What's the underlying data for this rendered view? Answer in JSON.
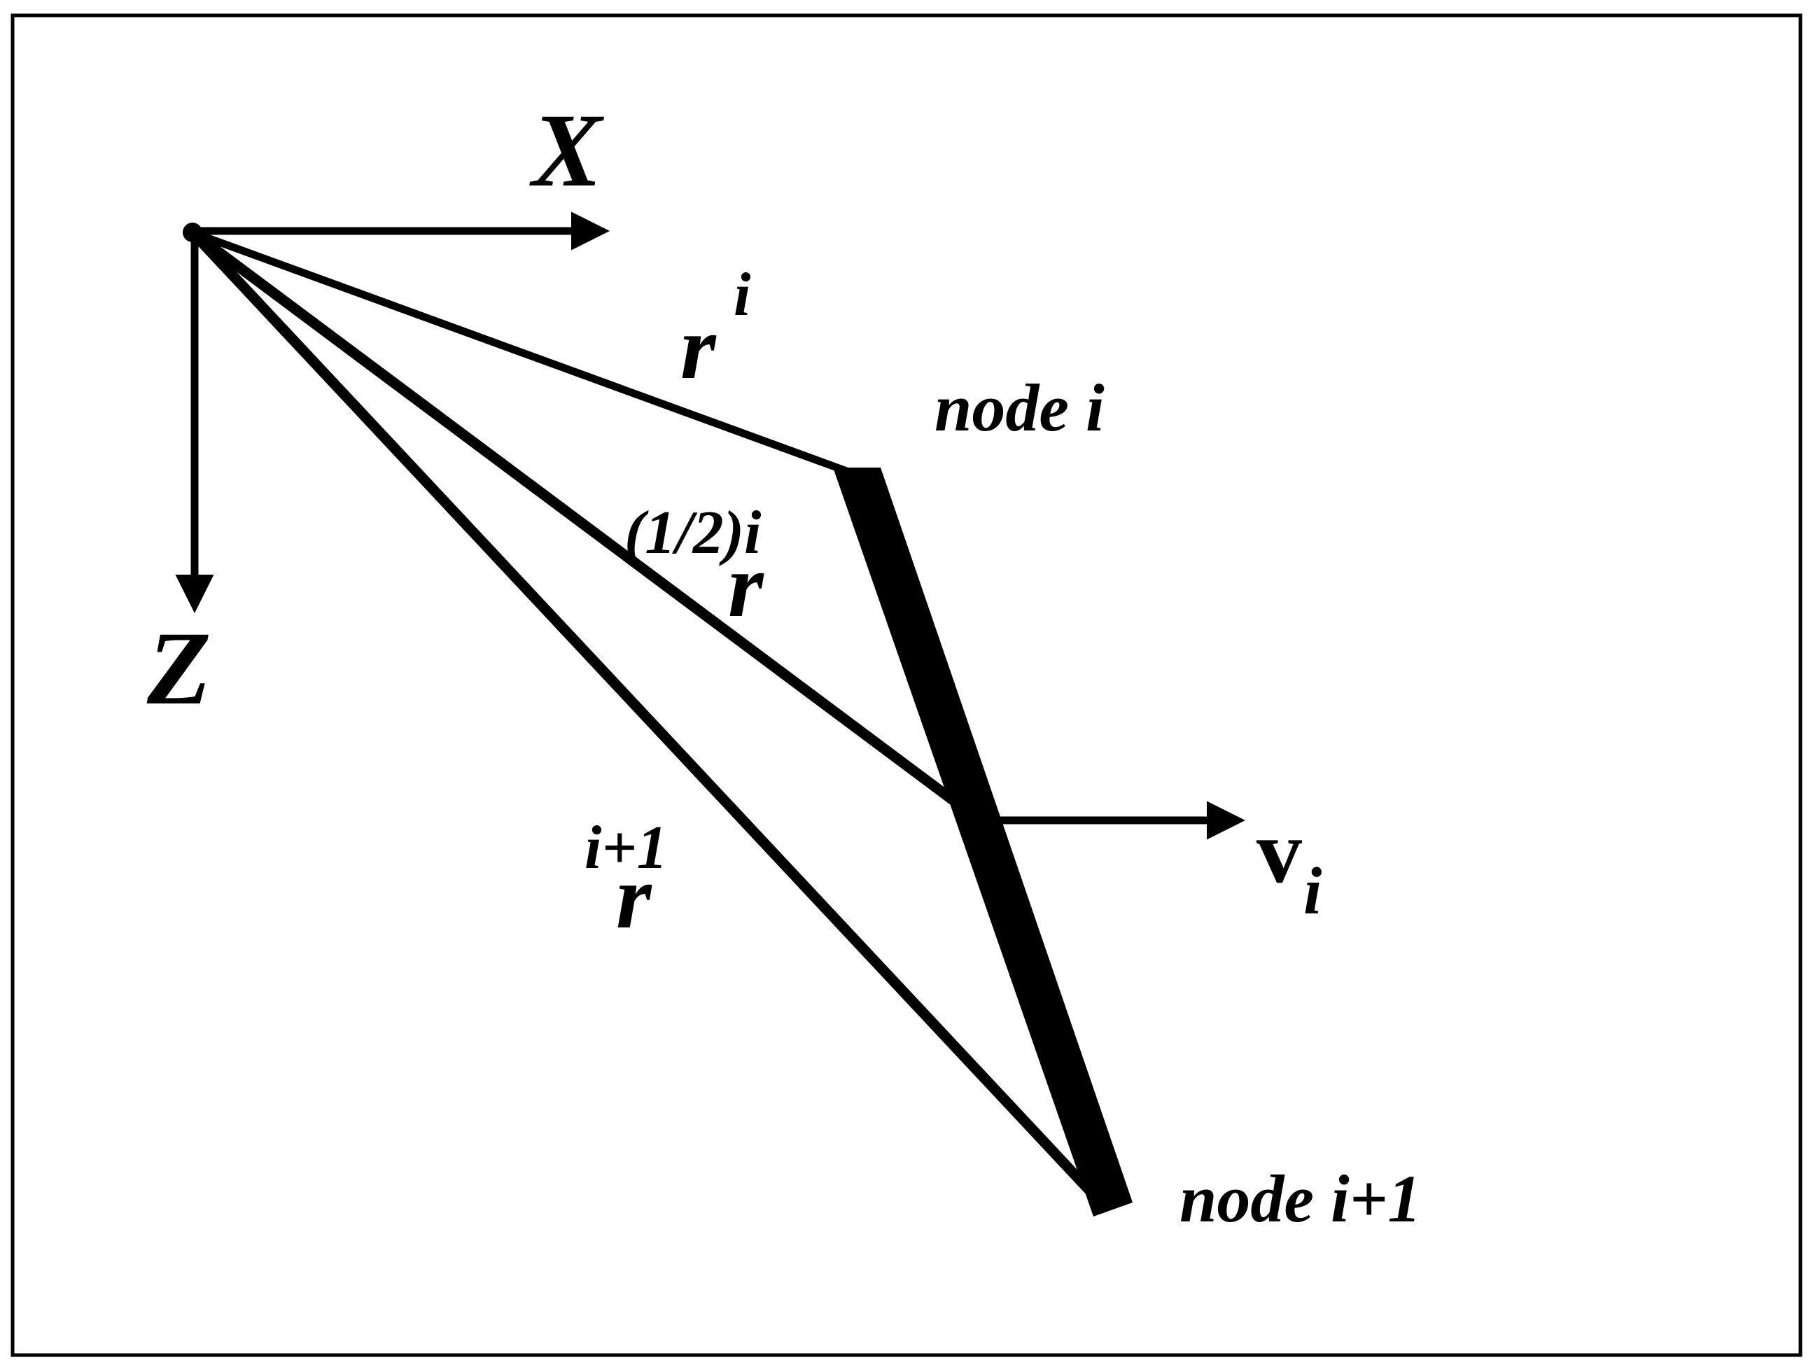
{
  "diagram": {
    "axes": {
      "x_label": "X",
      "z_label": "Z"
    },
    "vectors": {
      "r_i": {
        "symbol": "r",
        "superscript": "i"
      },
      "r_half": {
        "symbol": "r",
        "superscript": "(1/2)i"
      },
      "r_i1": {
        "symbol": "r",
        "superscript": "i+1"
      }
    },
    "velocity": {
      "symbol": "v",
      "subscript": "i"
    },
    "nodes": {
      "node_i": "node i",
      "node_i1": "node i+1"
    },
    "colors": {
      "line": "#000000",
      "background": "#ffffff",
      "frame": "#000000"
    }
  }
}
